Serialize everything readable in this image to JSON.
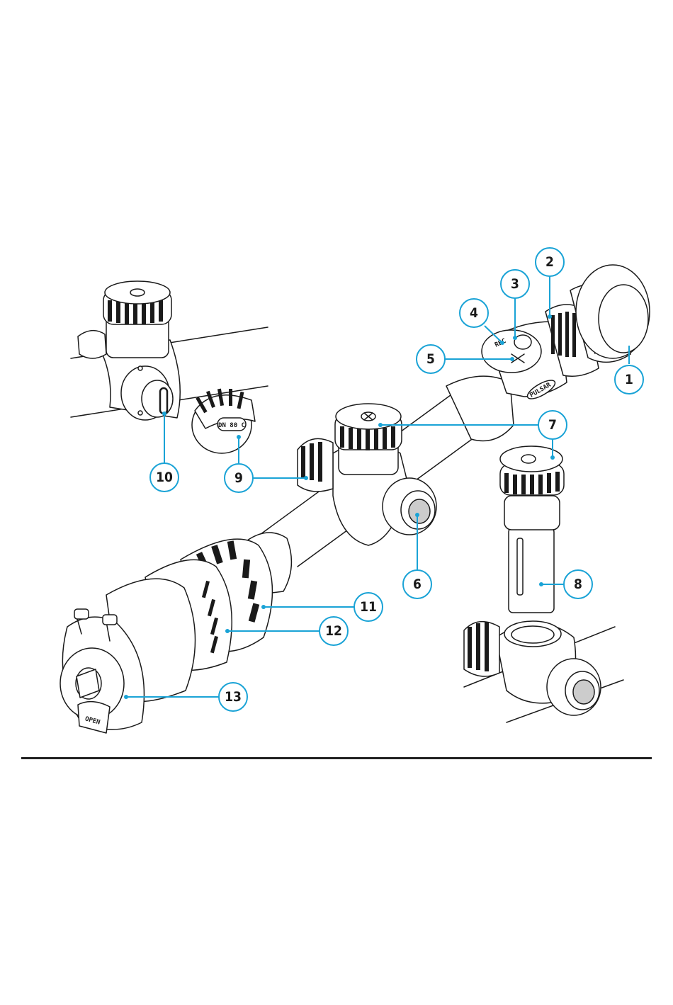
{
  "callouts": [
    {
      "id": "callout-1",
      "label": "1"
    },
    {
      "id": "callout-2",
      "label": "2"
    },
    {
      "id": "callout-3",
      "label": "3"
    },
    {
      "id": "callout-4",
      "label": "4"
    },
    {
      "id": "callout-5",
      "label": "5"
    },
    {
      "id": "callout-6",
      "label": "6"
    },
    {
      "id": "callout-7",
      "label": "7"
    },
    {
      "id": "callout-8",
      "label": "8"
    },
    {
      "id": "callout-9",
      "label": "9"
    },
    {
      "id": "callout-10",
      "label": "10"
    },
    {
      "id": "callout-11",
      "label": "11"
    },
    {
      "id": "callout-12",
      "label": "12"
    },
    {
      "id": "callout-13",
      "label": "13"
    }
  ],
  "device_markings": {
    "battery_cap_text": "DN 80 C",
    "lens_cap_text": "OPEN",
    "brand_text": "PULSAR"
  },
  "colors": {
    "callout_accent": "#1aa3d6",
    "line_art": "#1a1a1a"
  }
}
